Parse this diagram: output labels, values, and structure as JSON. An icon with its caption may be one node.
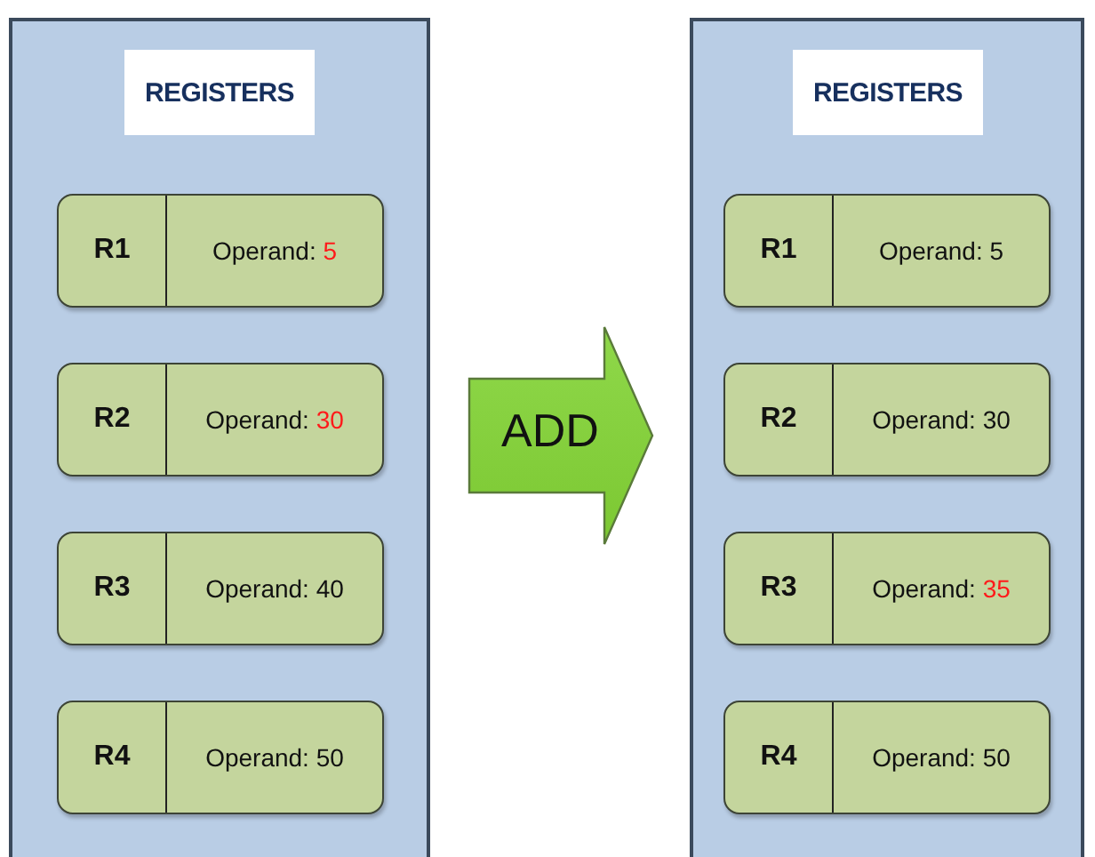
{
  "diagram": {
    "nodes": [
      {
        "text": [],
        "shape": "box"
      },
      {
        "text": [
          "REGISTERS"
        ],
        "in": 0
      },
      {
        "text": [
          "R1",
          "Operand: **5**"
        ],
        "in": 0
      },
      {
        "text": [
          "R2",
          "Operand: **30**"
        ],
        "in": 0
      },
      {
        "text": [
          "R3",
          "Operand: 40"
        ],
        "in": 0
      },
      {
        "text": [
          "R4",
          "Operand: 50"
        ],
        "in": 0
      },
      {
        "text": [
          "ADD"
        ]
      },
      {
        "text": [],
        "shape": "box"
      },
      {
        "text": [
          "REGISTERS"
        ],
        "in": 7
      },
      {
        "text": [
          "R1",
          "Operand: 5"
        ],
        "in": 7
      },
      {
        "text": [
          "R2",
          "Operand: 30"
        ],
        "in": 7
      },
      {
        "text": [
          "R3",
          "Operand: **35**"
        ],
        "in": 7
      },
      {
        "text": [
          "R4",
          "Operand: 50"
        ],
        "in": 7
      }
    ]
  }
}
